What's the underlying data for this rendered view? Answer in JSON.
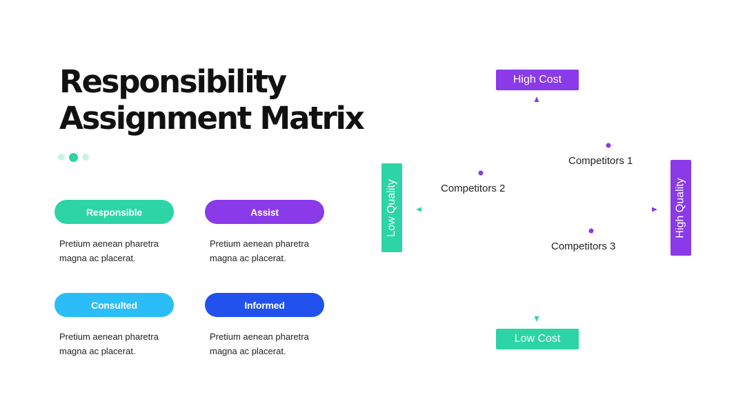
{
  "title": {
    "line1": "Responsibility",
    "line2": "Assignment Matrix"
  },
  "colors": {
    "teal": "#2dd4a5",
    "purple": "#8a3ae8",
    "sky": "#2bbdf7",
    "blue": "#2152ee",
    "dot_light": "#c9f2e6"
  },
  "raci": [
    {
      "label": "Responsible",
      "color": "#2dd4a5",
      "text": [
        "Pretium aenean pharetra",
        "magna ac placerat."
      ]
    },
    {
      "label": "Assist",
      "color": "#8a3ae8",
      "text": [
        "Pretium aenean pharetra",
        "magna ac placerat."
      ]
    },
    {
      "label": "Consulted",
      "color": "#2bbdf7",
      "text": [
        "Pretium aenean pharetra",
        "magna ac placerat."
      ]
    },
    {
      "label": "Informed",
      "color": "#2152ee",
      "text": [
        "Pretium aenean pharetra",
        "magna ac placerat."
      ]
    }
  ],
  "matrix": {
    "top": "High Cost",
    "bottom": "Low Cost",
    "left": "Low Quality",
    "right": "High Quality",
    "points": [
      {
        "label": "Competitors 1",
        "quadrant": "top-right"
      },
      {
        "label": "Competitors 2",
        "quadrant": "top-left"
      },
      {
        "label": "Competitors 3",
        "quadrant": "bottom-right"
      }
    ]
  }
}
